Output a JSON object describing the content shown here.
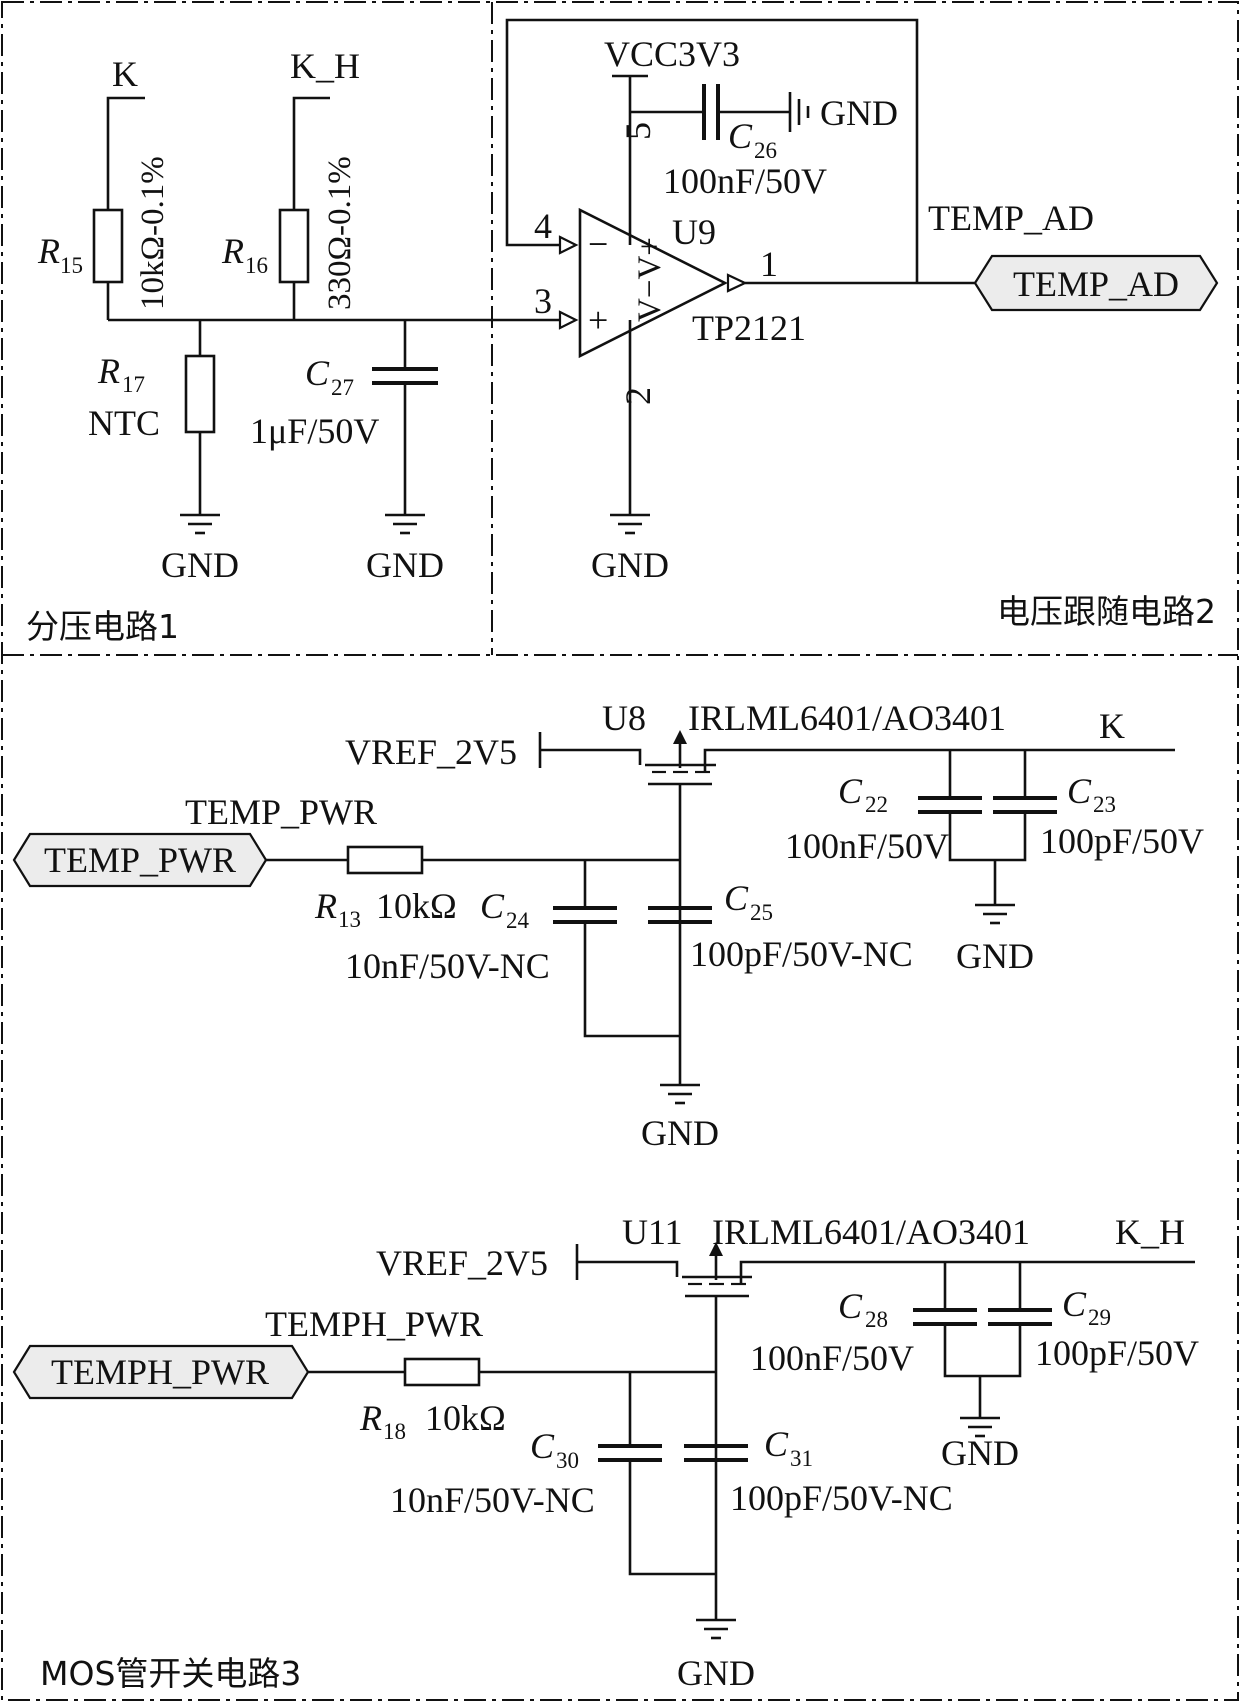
{
  "sections": {
    "divider": "分压电路1",
    "follower": "电压跟随电路2",
    "mos_switch": "MOS管开关电路3"
  },
  "divider": {
    "k_net": "K",
    "kh_net": "K_H",
    "r15": {
      "letter": "R",
      "sub": "15",
      "value": "10kΩ-0.1%"
    },
    "r16": {
      "letter": "R",
      "sub": "16",
      "value": "330Ω-0.1%"
    },
    "r17": {
      "letter": "R",
      "sub": "17",
      "value": "NTC"
    },
    "c27": {
      "letter": "C",
      "sub": "27",
      "value": "1μF/50V"
    },
    "gnd": "GND"
  },
  "follower": {
    "vcc": "VCC3V3",
    "pin5": "5",
    "pin4": "4",
    "pin3": "3",
    "pin2": "2",
    "pin1": "1",
    "minus": "−",
    "plus": "+",
    "supply_label": "V−V+",
    "ref": "U9",
    "part": "TP2121",
    "c26": {
      "letter": "C",
      "sub": "26",
      "value": "100nF/50V"
    },
    "gnd": "GND",
    "net_out": "TEMP_AD",
    "port_out": "TEMP_AD"
  },
  "mos1": {
    "ref": "U8",
    "part": "IRLML6401/AO3401",
    "vref": "VREF_2V5",
    "k_net": "K",
    "net_in": "TEMP_PWR",
    "port_in": "TEMP_PWR",
    "r": {
      "letter": "R",
      "sub": "13",
      "value": "10kΩ"
    },
    "c22": {
      "letter": "C",
      "sub": "22",
      "value": "100nF/50V"
    },
    "c23": {
      "letter": "C",
      "sub": "23",
      "value": "100pF/50V"
    },
    "c24": {
      "letter": "C",
      "sub": "24",
      "value": "10nF/50V-NC"
    },
    "c25": {
      "letter": "C",
      "sub": "25",
      "value": "100pF/50V-NC"
    },
    "gnd": "GND"
  },
  "mos2": {
    "ref": "U11",
    "part": "IRLML6401/AO3401",
    "vref": "VREF_2V5",
    "kh_net": "K_H",
    "net_in": "TEMPH_PWR",
    "port_in": "TEMPH_PWR",
    "r": {
      "letter": "R",
      "sub": "18",
      "value": "10kΩ"
    },
    "c28": {
      "letter": "C",
      "sub": "28",
      "value": "100nF/50V"
    },
    "c29": {
      "letter": "C",
      "sub": "29",
      "value": "100pF/50V"
    },
    "c30": {
      "letter": "C",
      "sub": "30",
      "value": "10nF/50V-NC"
    },
    "c31": {
      "letter": "C",
      "sub": "31",
      "value": "100pF/50V-NC"
    },
    "gnd": "GND"
  }
}
